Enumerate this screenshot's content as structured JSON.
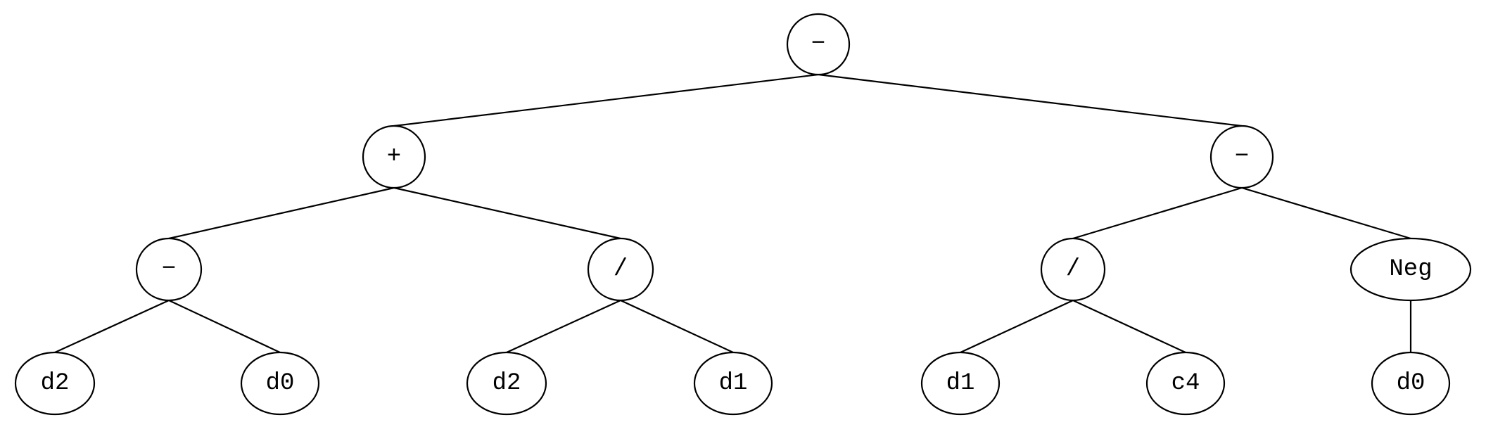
{
  "tree": {
    "nodes": [
      {
        "id": "n0",
        "label": "−"
      },
      {
        "id": "n1",
        "label": "+"
      },
      {
        "id": "n2",
        "label": "−"
      },
      {
        "id": "n3",
        "label": "−"
      },
      {
        "id": "n4",
        "label": "/"
      },
      {
        "id": "n5",
        "label": "/"
      },
      {
        "id": "n6",
        "label": "Neg"
      },
      {
        "id": "n7",
        "label": "d2"
      },
      {
        "id": "n8",
        "label": "d0"
      },
      {
        "id": "n9",
        "label": "d2"
      },
      {
        "id": "n10",
        "label": "d1"
      },
      {
        "id": "n11",
        "label": "d1"
      },
      {
        "id": "n12",
        "label": "c4"
      },
      {
        "id": "n13",
        "label": "d0"
      }
    ],
    "edges": [
      [
        "n0",
        "n1"
      ],
      [
        "n0",
        "n2"
      ],
      [
        "n1",
        "n3"
      ],
      [
        "n1",
        "n4"
      ],
      [
        "n2",
        "n5"
      ],
      [
        "n2",
        "n6"
      ],
      [
        "n3",
        "n7"
      ],
      [
        "n3",
        "n8"
      ],
      [
        "n4",
        "n9"
      ],
      [
        "n4",
        "n10"
      ],
      [
        "n5",
        "n11"
      ],
      [
        "n5",
        "n12"
      ],
      [
        "n6",
        "n13"
      ]
    ]
  }
}
